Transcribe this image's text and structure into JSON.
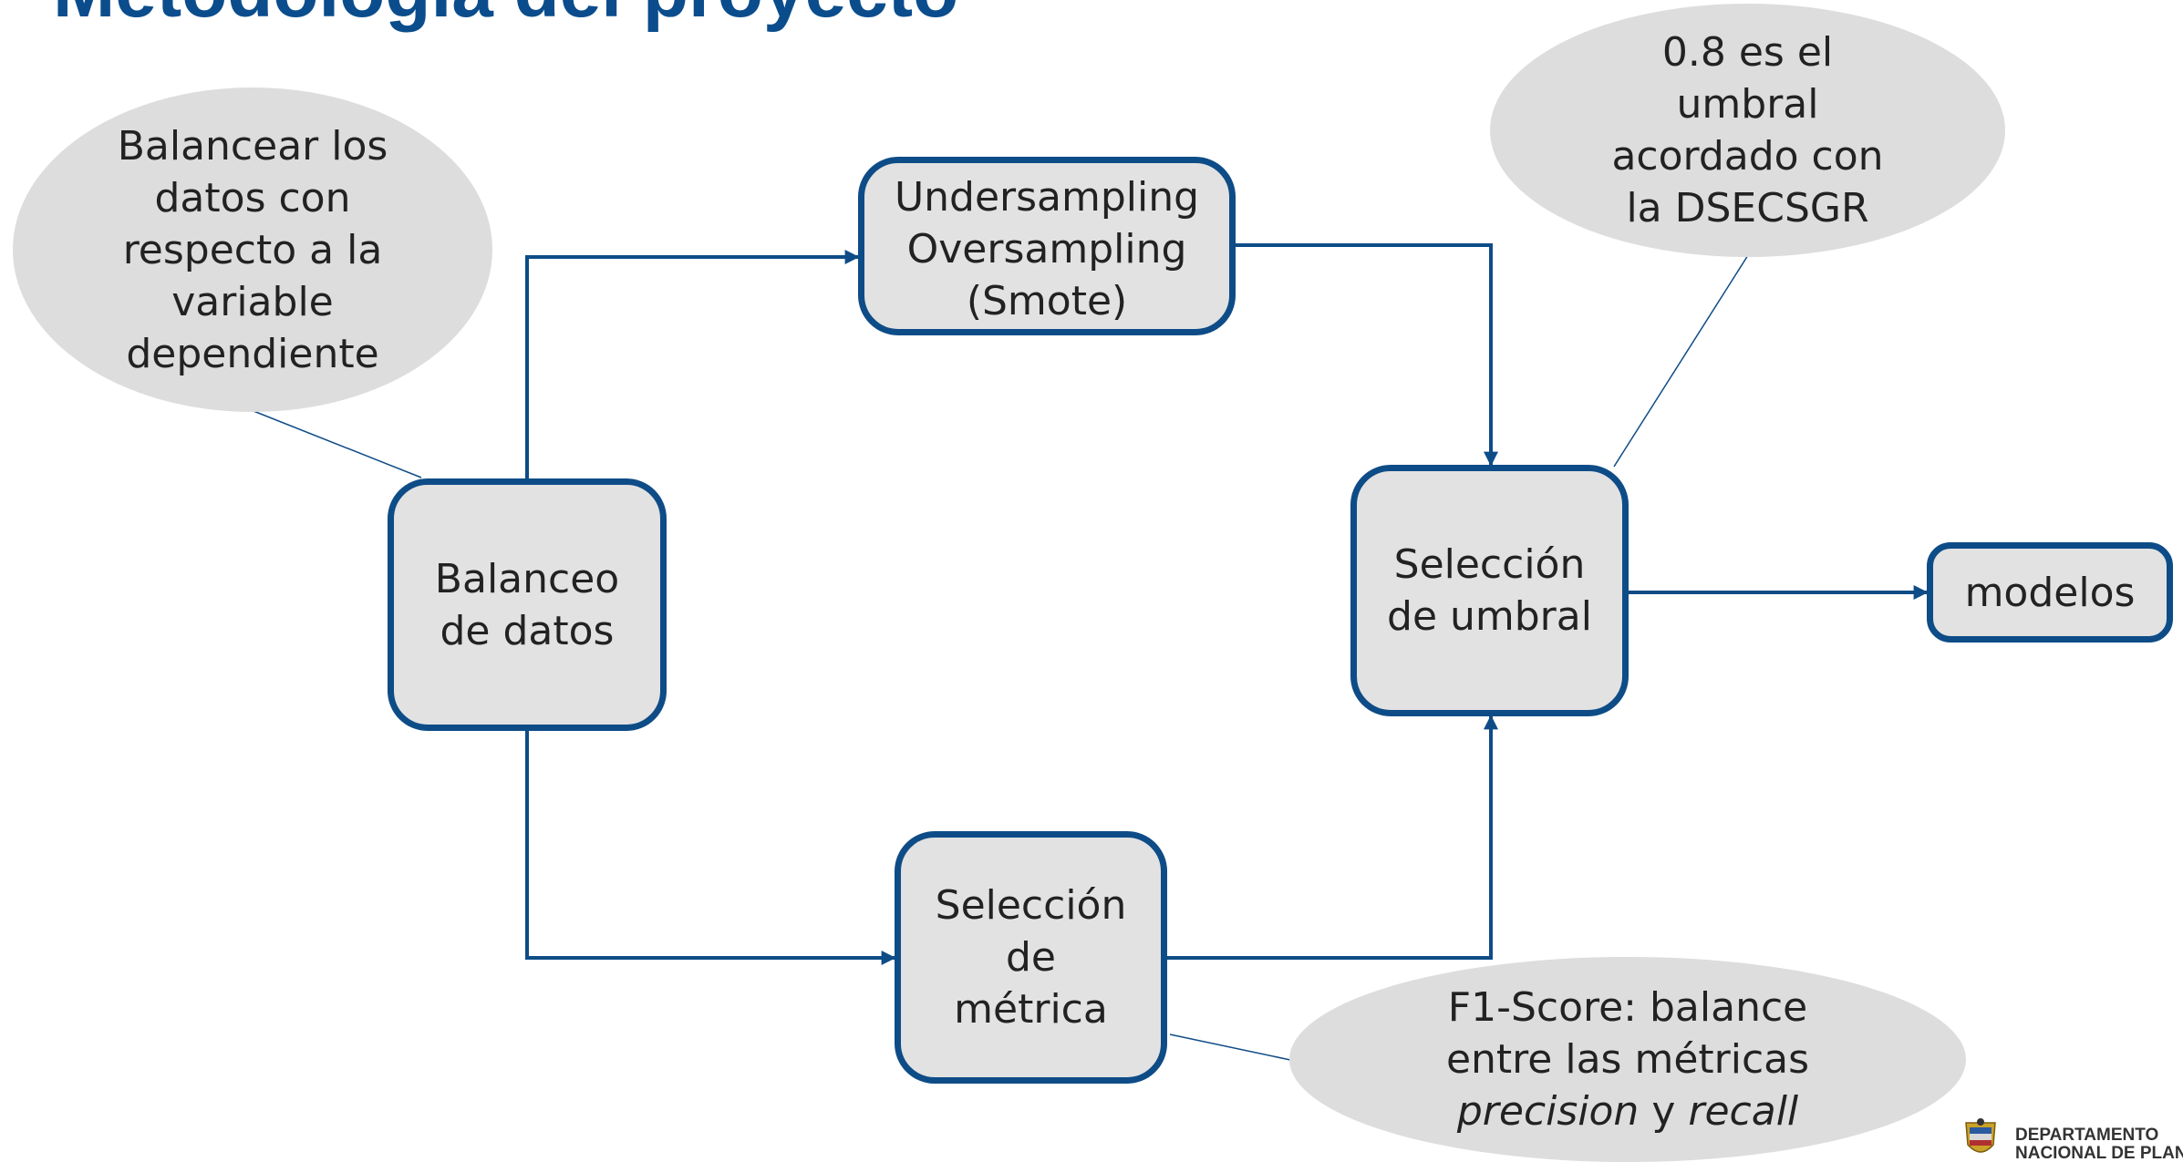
{
  "slide": {
    "title": "Metodología del proyecto"
  },
  "diagram": {
    "nodes": {
      "balanceo": "Balanceo de datos",
      "sampling": "Undersampling Oversampling (Smote)",
      "seleccion_umbral": "Selección de umbral",
      "seleccion_metrica": "Selección de métrica",
      "modelos": "modelos"
    },
    "callouts": {
      "balancear": "Balancear los datos con respecto a la variable dependiente",
      "umbral": "0.8 es el umbral acordado con la DSECSGR",
      "f1_line1": "F1-Score: balance entre las métricas",
      "f1_term1": "precision",
      "f1_conj": "y",
      "f1_term2": "recall"
    }
  },
  "logo": {
    "line1": "DEPARTAMENTO",
    "line2": "NACIONAL DE PLANEACIÓN"
  },
  "colors": {
    "title": "#0b4d8c",
    "box_border": "#0e4c87",
    "box_fill": "#e2e2e2",
    "bubble_fill": "#dddddd"
  }
}
